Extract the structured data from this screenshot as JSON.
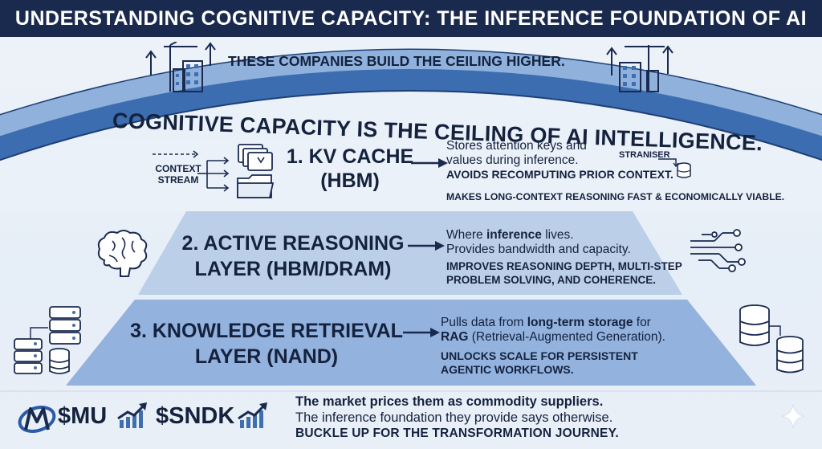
{
  "header": {
    "title": "UNDERSTANDING COGNITIVE CAPACITY: THE INFERENCE FOUNDATION OF AI"
  },
  "ceiling": {
    "builders_text": "THESE COMPANIES BUILD THE CEILING HIGHER.",
    "arc_text": "COGNITIVE CAPACITY IS THE CEILING OF AI INTELLIGENCE."
  },
  "layers": [
    {
      "title_line1": "1. KV CACHE",
      "title_line2": "(HBM)",
      "input_label_line1": "CONTEXT",
      "input_label_line2": "STREAM",
      "desc_line1": "Stores attention keys and",
      "desc_line2": "values during inference.",
      "side_label": "STRANISER",
      "caps_line1": "AVOIDS RECOMPUTING PRIOR CONTEXT.",
      "caps_line2": "MAKES LONG-CONTEXT REASONING FAST & ECONOMICALLY VIABLE."
    },
    {
      "title_line1": "2. ACTIVE REASONING",
      "title_line2": "LAYER (HBM/DRAM)",
      "desc_line1_pre": "Where ",
      "desc_line1_bold": "inference",
      "desc_line1_post": " lives.",
      "desc_line2": "Provides bandwidth and capacity.",
      "caps_line1": "IMPROVES REASONING DEPTH, MULTI-STEP",
      "caps_line2": "PROBLEM SOLVING, AND COHERENCE."
    },
    {
      "title_line1": "3. KNOWLEDGE RETRIEVAL",
      "title_line2": "LAYER (NAND)",
      "desc_line1_pre": "Pulls data from ",
      "desc_line1_bold": "long-term storage",
      "desc_line1_post": " for",
      "desc_line2_bold": "RAG",
      "desc_line2_post": " (Retrieval-Augmented Generation).",
      "caps_line1": "UNLOCKS SCALE FOR PERSISTENT",
      "caps_line2": "AGENTIC WORKFLOWS."
    }
  ],
  "footer": {
    "ticker1": "$MU",
    "ticker2": "$SNDK",
    "line1": "The market prices them as commodity suppliers.",
    "line2": "The inference foundation they provide says otherwise.",
    "line3": "BUCKLE UP FOR THE TRANSFORMATION JOURNEY."
  },
  "colors": {
    "navy": "#1a2a4f",
    "ink": "#14223e",
    "arc_blue": "#3f6fb0",
    "arc_dark": "#1e3f75",
    "layer1": "#eaf0f8",
    "layer2": "#b9cde6",
    "layer3": "#8fb0dc",
    "accent": "#2a5aa8"
  },
  "icons": [
    "crane-building-icon",
    "up-arrow-icon",
    "document-stack-icon",
    "folder-icon",
    "database-icon",
    "brain-icon",
    "circuit-icon",
    "server-icon",
    "micron-logo-icon",
    "trend-chart-icon",
    "sparkle-icon"
  ]
}
